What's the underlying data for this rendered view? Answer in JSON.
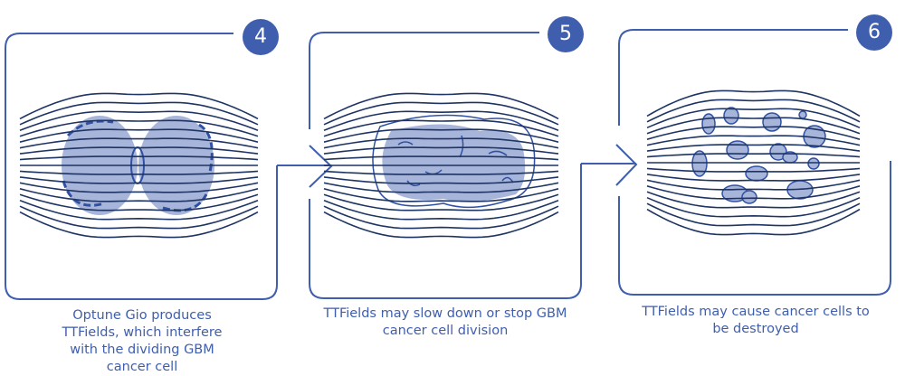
{
  "colors": {
    "outline": "#3f5eae",
    "badge": "#3f5fae",
    "field_lines": "#1e3463",
    "cell_fill": "#a8b5da",
    "cell_edge": "#2f50a3"
  },
  "steps": [
    {
      "number": "4",
      "caption": "Optune Gio produces TTFields, which interfere with the dividing GBM cancer cell"
    },
    {
      "number": "5",
      "caption": "TTFields may slow down or stop GBM cancer cell division"
    },
    {
      "number": "6",
      "caption": "TTFields may cause cancer cells to be destroyed"
    }
  ]
}
